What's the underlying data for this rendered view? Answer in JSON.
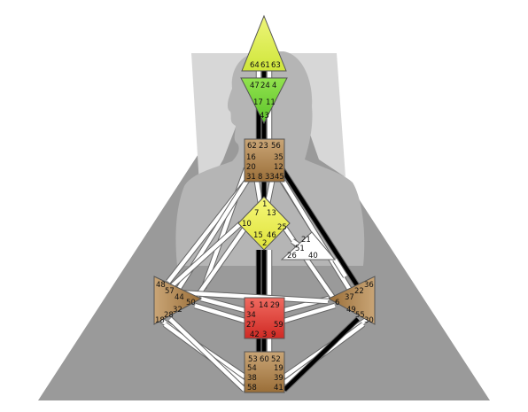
{
  "gates": {
    "head": [
      "64",
      "61",
      "63"
    ],
    "ajna": [
      "47",
      "24",
      "4",
      "17",
      "11",
      "43"
    ],
    "throat": [
      "62",
      "23",
      "56",
      "16",
      "35",
      "20",
      "12",
      "31",
      "8",
      "33",
      "45"
    ],
    "g": [
      "1",
      "7",
      "13",
      "10",
      "25",
      "15",
      "46",
      "2"
    ],
    "ego": [
      "21",
      "51",
      "26",
      "40"
    ],
    "spleen": [
      "48",
      "57",
      "44",
      "50",
      "32",
      "28",
      "18"
    ],
    "solar": [
      "36",
      "37",
      "22",
      "6",
      "49",
      "55",
      "30"
    ],
    "sacral": [
      "5",
      "14",
      "29",
      "34",
      "27",
      "59",
      "42",
      "3",
      "9"
    ],
    "root": [
      "53",
      "60",
      "52",
      "54",
      "19",
      "38",
      "39",
      "58",
      "41"
    ]
  },
  "colors": {
    "background_triangle": "#9a9a9a",
    "silhouette": "#b5b5b5",
    "head_center": "#e6f25a",
    "ajna_center": "#7edb3c",
    "throat_center": "#b08850",
    "g_center": "#eef04a",
    "ego_center": "#ffffff",
    "spleen_center": "#b08850",
    "solar_center": "#b08850",
    "sacral_center": "#e0413a",
    "root_center": "#b08850",
    "channel_fill": "#ffffff",
    "channel_defined": "#000000"
  }
}
